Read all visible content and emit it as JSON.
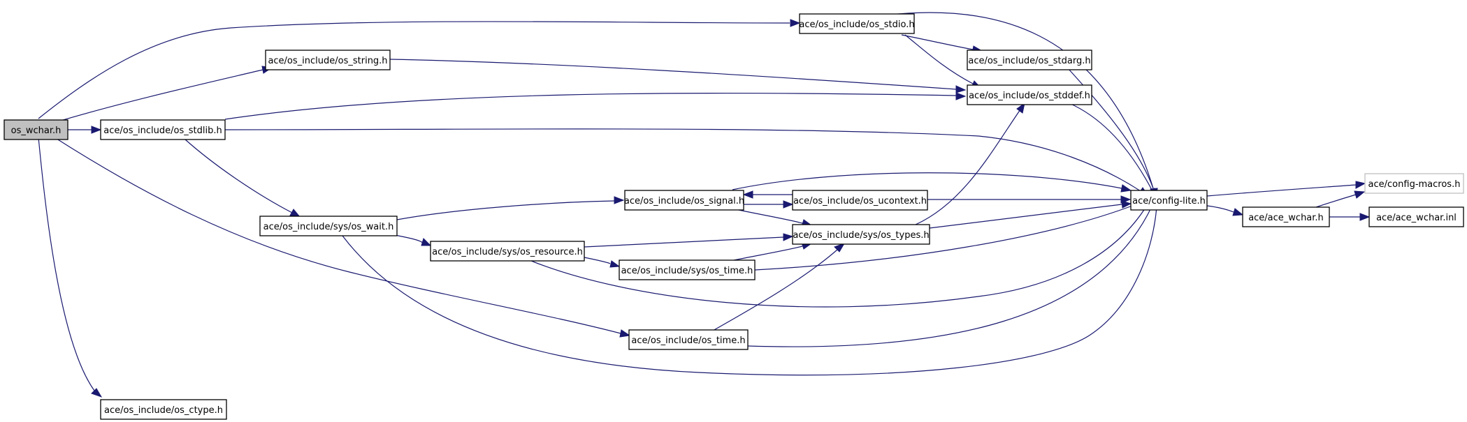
{
  "diagram": {
    "colors": {
      "edge": "#191970",
      "node_border": "#000000",
      "root_fill": "#c0c0c0",
      "node_fill": "#ffffff",
      "muted_border": "#bfbfbf"
    },
    "nodes": {
      "os_wchar": "os_wchar.h",
      "os_stdio": "ace/os_include/os_stdio.h",
      "os_string": "ace/os_include/os_string.h",
      "os_stdarg": "ace/os_include/os_stdarg.h",
      "os_stddef": "ace/os_include/os_stddef.h",
      "os_stdlib": "ace/os_include/os_stdlib.h",
      "os_signal": "ace/os_include/os_signal.h",
      "os_ucontext": "ace/os_include/os_ucontext.h",
      "config_lite": "ace/config-lite.h",
      "config_macros": "ace/config-macros.h",
      "sys_os_wait": "ace/os_include/sys/os_wait.h",
      "sys_os_types": "ace/os_include/sys/os_types.h",
      "ace_wchar_h": "ace/ace_wchar.h",
      "ace_wchar_inl": "ace/ace_wchar.inl",
      "sys_os_resource": "ace/os_include/sys/os_resource.h",
      "sys_os_time": "ace/os_include/sys/os_time.h",
      "os_time": "ace/os_include/os_time.h",
      "os_ctype": "ace/os_include/os_ctype.h"
    }
  }
}
